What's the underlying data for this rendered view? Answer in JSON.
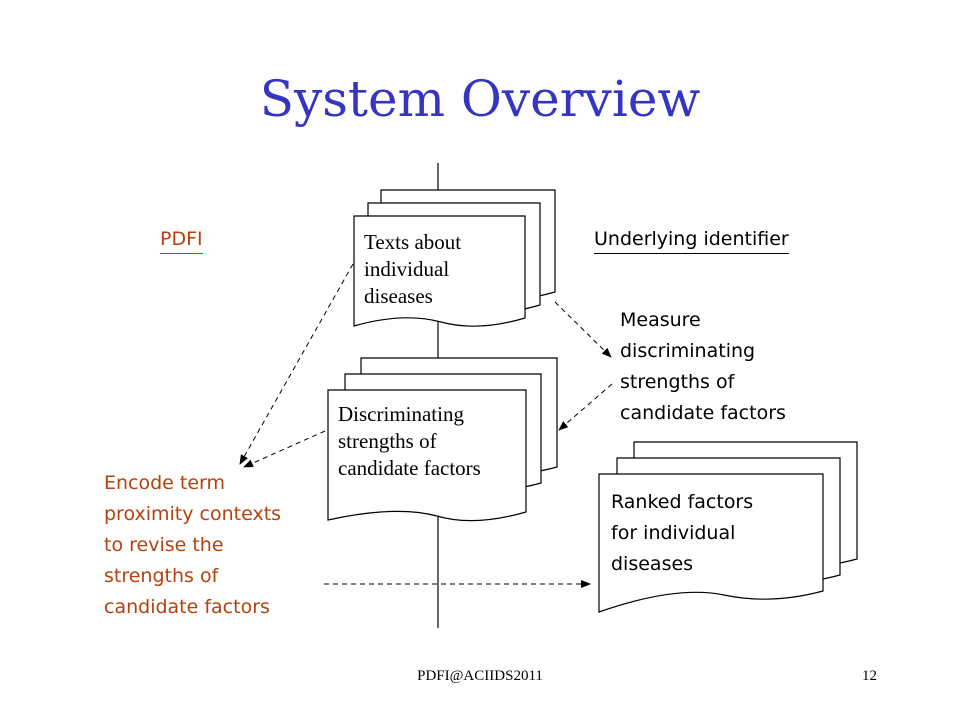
{
  "title": "System Overview",
  "labels": {
    "left_header": "PDFI",
    "right_header": "Underlying identifier"
  },
  "documents": {
    "texts": [
      "Texts about",
      "individual",
      "diseases"
    ],
    "strengths": [
      "Discriminating",
      "strengths of",
      "candidate factors"
    ],
    "ranked": [
      "Ranked factors",
      "for individual",
      "diseases"
    ]
  },
  "notes": {
    "measure": [
      "Measure",
      "discriminating",
      "strengths of",
      "candidate factors"
    ],
    "encode": [
      "Encode term",
      "proximity contexts",
      "to revise the",
      "strengths of",
      "candidate factors"
    ]
  },
  "footer": {
    "center": "PDFI@ACIIDS2011",
    "page": "12"
  },
  "colors": {
    "title": "#3535c0",
    "accent_label": "#b5410e"
  }
}
